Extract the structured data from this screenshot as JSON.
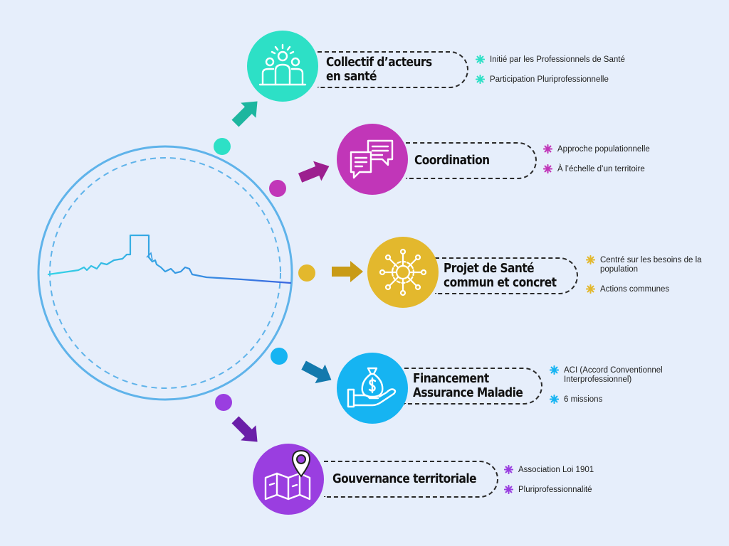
{
  "colors": {
    "teal": "#2de0c6",
    "magenta": "#c136b8",
    "gold": "#e3b82d",
    "blue": "#16b4f2",
    "purple": "#9a3ee0",
    "ring": "#5fb3ea"
  },
  "nodes": [
    {
      "id": "collectif",
      "icon": "people-group-icon",
      "title_lines": [
        "Collectif d’acteurs",
        "en santé"
      ],
      "bullets": [
        {
          "text": "Initié par les Professionnels de Santé"
        },
        {
          "text": "Participation Pluriprofessionnelle"
        }
      ]
    },
    {
      "id": "coordination",
      "icon": "chat-bubbles-icon",
      "title_lines": [
        "Coordination"
      ],
      "bullets": [
        {
          "text": "Approche populationnelle"
        },
        {
          "text": "À l’échelle d’un territoire"
        }
      ]
    },
    {
      "id": "projet",
      "icon": "network-gear-icon",
      "title_lines": [
        "Projet de Santé",
        "commun et concret"
      ],
      "bullets": [
        {
          "text": "Centré sur les besoins de la population"
        },
        {
          "text": "Actions communes"
        }
      ]
    },
    {
      "id": "financement",
      "icon": "money-bag-hand-icon",
      "title_lines": [
        "Financement",
        "Assurance Maladie"
      ],
      "bullets": [
        {
          "text": "ACI (Accord Conventionnel Interprofessionnel)"
        },
        {
          "text": "6 missions"
        }
      ]
    },
    {
      "id": "gouvernance",
      "icon": "map-pin-icon",
      "title_lines": [
        "Gouvernance territoriale"
      ],
      "bullets": [
        {
          "text": "Association Loi 1901"
        },
        {
          "text": "Pluriprofessionnalité"
        }
      ]
    }
  ],
  "center": {
    "icon": "city-skyline-line-icon"
  }
}
